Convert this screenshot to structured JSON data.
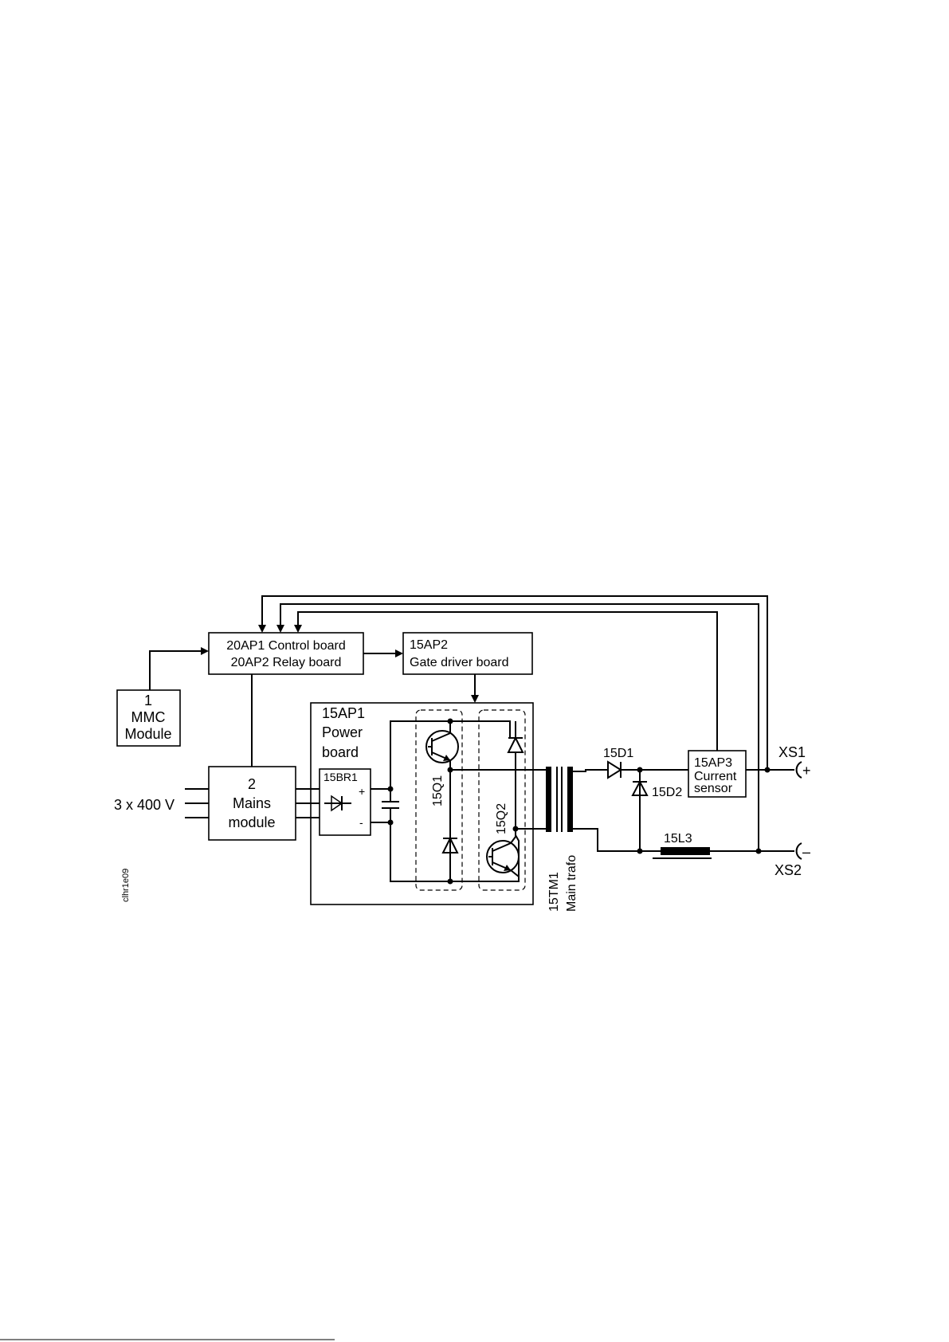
{
  "diagram": {
    "blocks": {
      "control_board_line1": "20AP1 Control board",
      "control_board_line2": "20AP2 Relay board",
      "gate_driver_line1": "15AP2",
      "gate_driver_line2": "Gate driver board",
      "mmc_line1": "1",
      "mmc_line2": "MMC",
      "mmc_line3": "Module",
      "mains_line1": "2",
      "mains_line2": "Mains",
      "mains_line3": "module",
      "power_board_line1": "15AP1",
      "power_board_line2": "Power",
      "power_board_line3": "board",
      "rectifier": "15BR1",
      "rect_plus": "+",
      "rect_minus": "-",
      "current_sensor_line1": "15AP3",
      "current_sensor_line2": "Current",
      "current_sensor_line3": "sensor"
    },
    "labels": {
      "supply": "3 x 400 V",
      "q1": "15Q1",
      "q2": "15Q2",
      "transformer_line1": "15TM1",
      "transformer_line2": "Main trafo",
      "d1": "15D1",
      "d2": "15D2",
      "inductor": "15L3",
      "xs1": "XS1",
      "xs2": "XS2",
      "plus_terminal": "+",
      "minus_terminal": "–",
      "figure_code": "clhr1e09"
    }
  }
}
